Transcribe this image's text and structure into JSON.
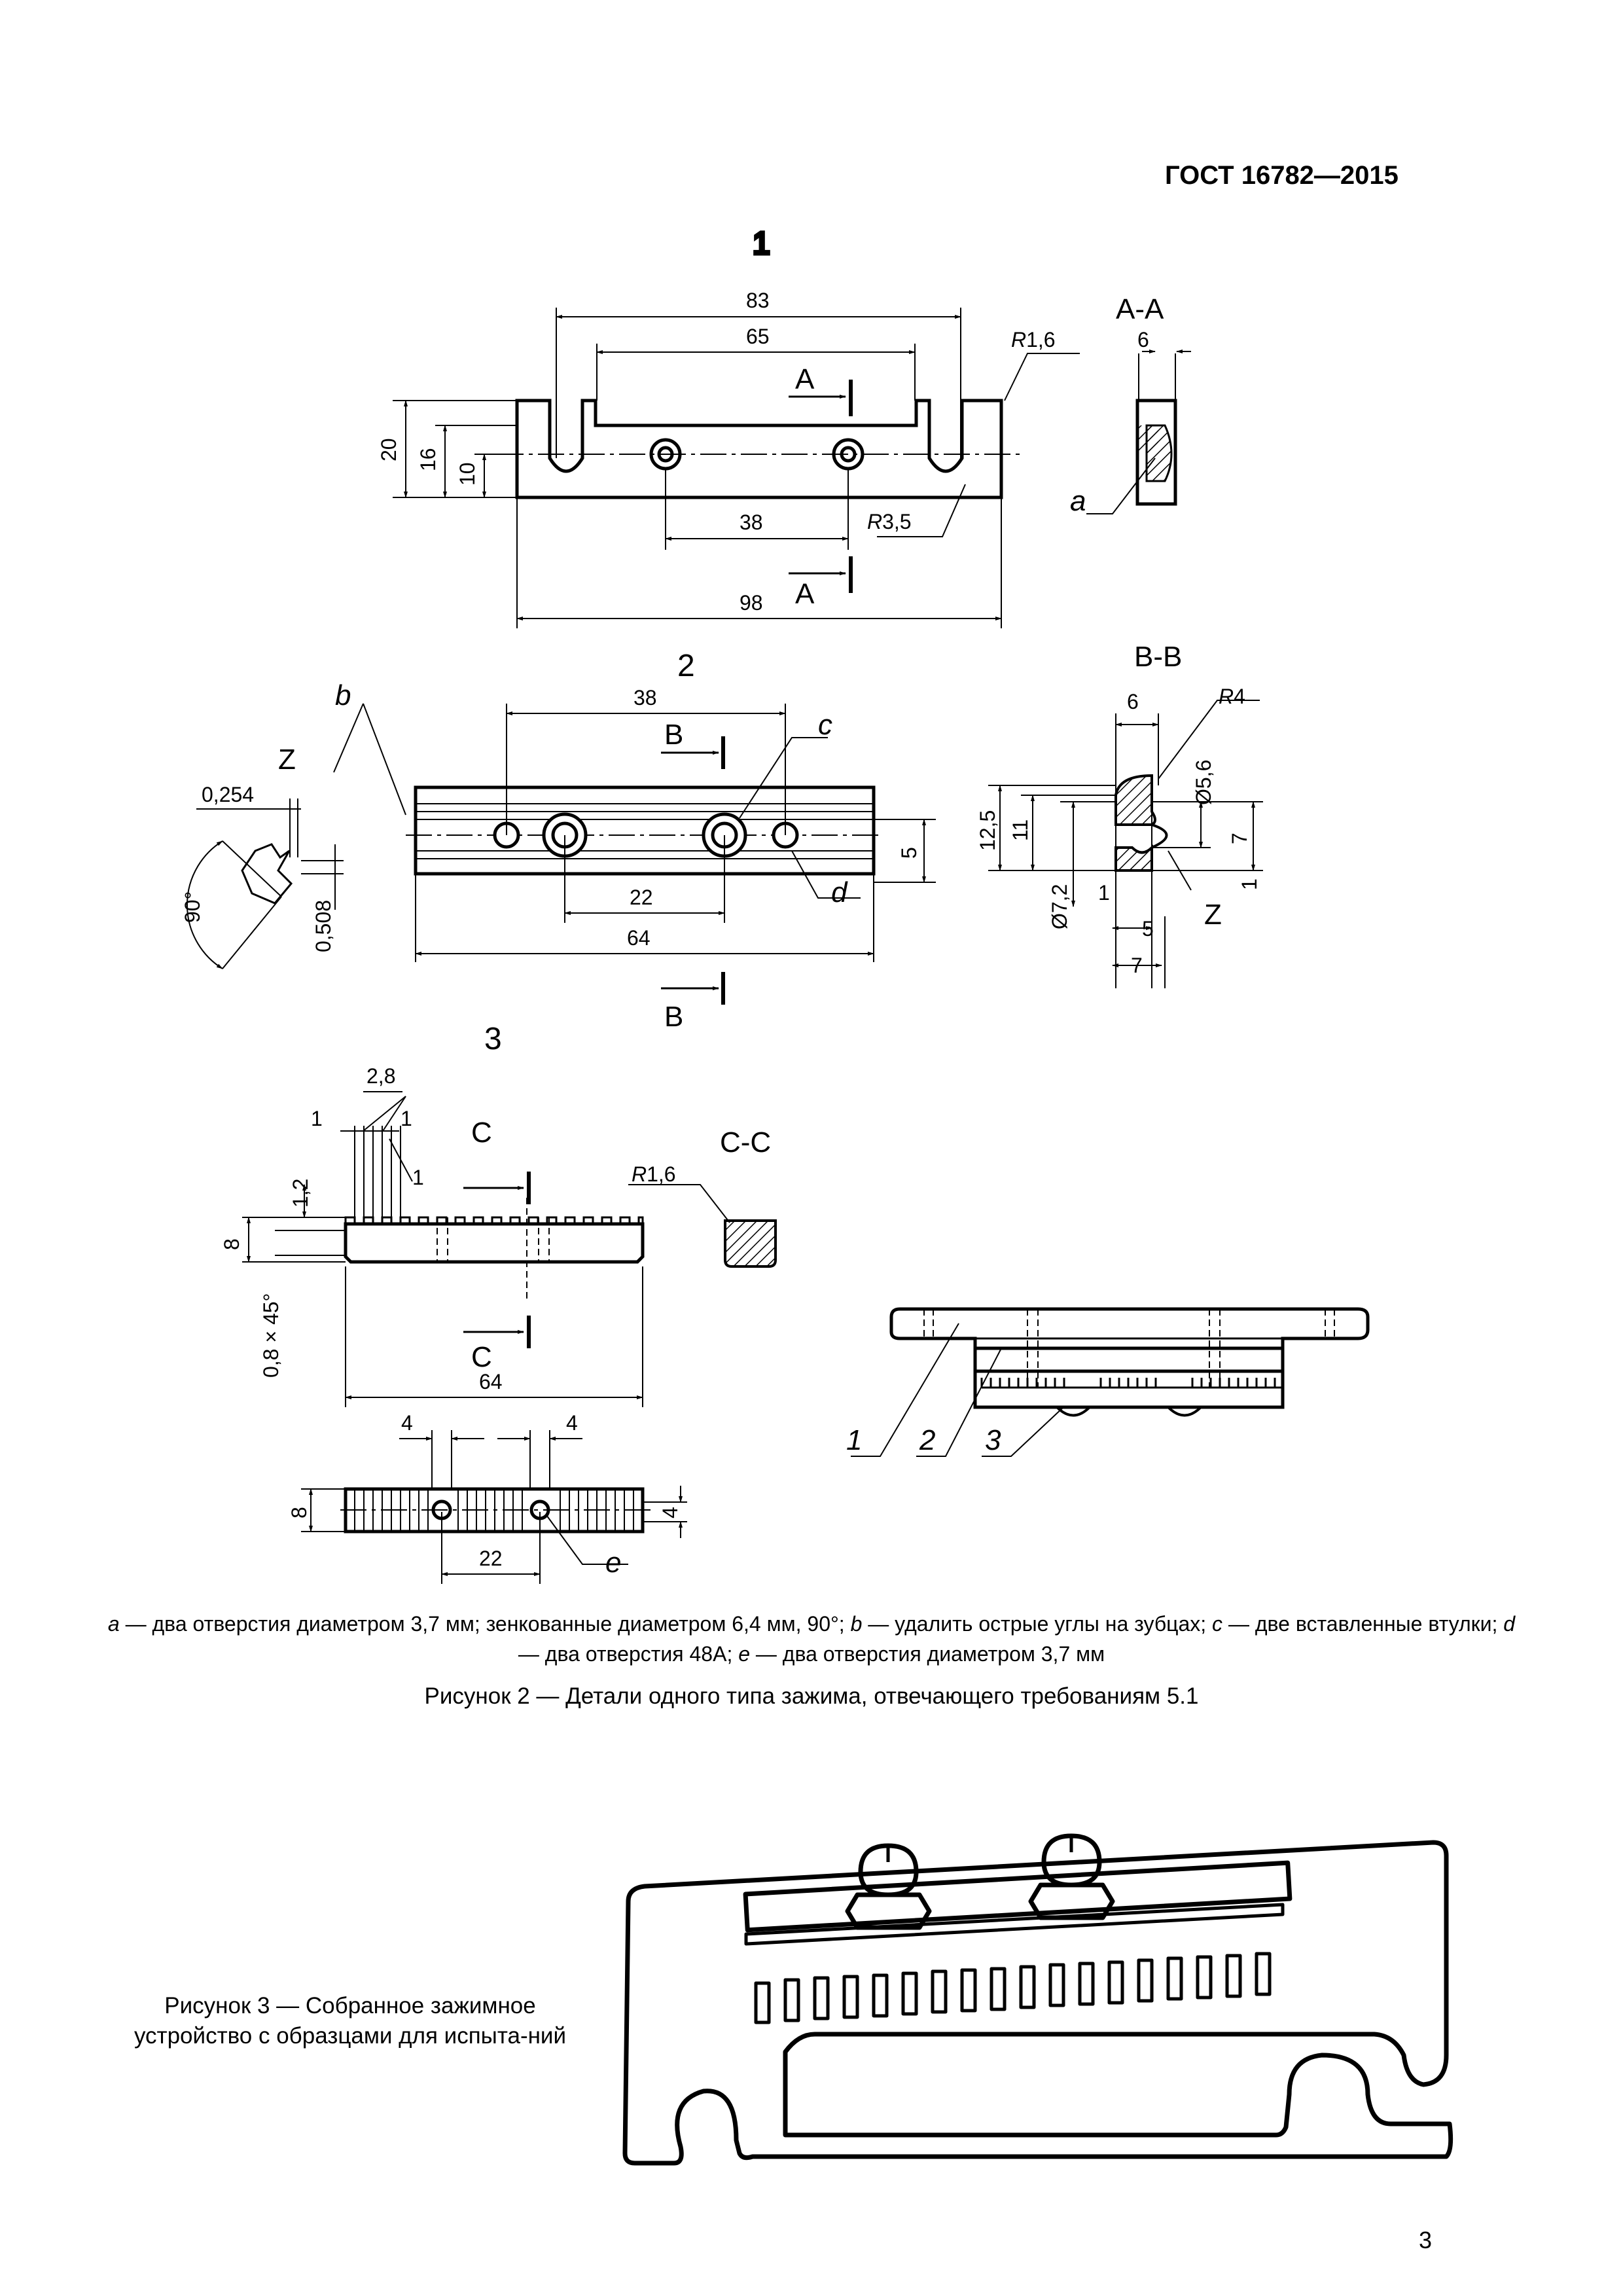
{
  "header": {
    "standard": "ГОСТ 16782—2015"
  },
  "part1": {
    "label": "1",
    "section": "A-A",
    "section_mark": "A",
    "dims": {
      "d83": "83",
      "d65": "65",
      "r16": "R1,6",
      "r16_r": "R",
      "r16_v": "1,6",
      "r35_r": "R",
      "r35_v": "3,5",
      "d20": "20",
      "d16": "16",
      "d10": "10",
      "d38": "38",
      "d98": "98",
      "d6": "6"
    },
    "note_a": "a"
  },
  "part2": {
    "label": "2",
    "section": "B-B",
    "section_mark": "B",
    "dims": {
      "d38": "38",
      "d22": "22",
      "d64": "64",
      "d5": "5",
      "z": "Z",
      "d0254": "0,254",
      "d90": "90°",
      "d0508": "0,508",
      "d6": "6",
      "r4_r": "R",
      "r4_v": "4",
      "dia56": "Ø5,6",
      "d125": "12,5",
      "d11": "11",
      "d7": "7",
      "dia72": "Ø7,2",
      "d1": "1",
      "d5b": "5",
      "d7b": "7",
      "d1b": "1"
    },
    "notes": {
      "b": "b",
      "c": "c",
      "d": "d"
    }
  },
  "part3": {
    "label": "3",
    "section": "C-C",
    "section_mark": "C",
    "dims": {
      "d28": "2,8",
      "d1a": "1",
      "d1b": "1",
      "d1c": "1",
      "d12": "1,2",
      "d8": "8",
      "ch": "0,8 × 45°",
      "d64": "64",
      "r16_r": "R",
      "r16_v": "1,6",
      "d4a": "4",
      "d4b": "4",
      "d8b": "8",
      "d4c": "4",
      "d22": "22"
    },
    "note_e": "e"
  },
  "assembly": {
    "labels": [
      "1",
      "2",
      "3"
    ]
  },
  "legend": [
    {
      "key": "a",
      "text": " — два отверстия диаметром 3,7 мм; зенкованные диаметром 6,4 мм, 90°; "
    },
    {
      "key": "b",
      "text": " — удалить острые углы на зубцах; "
    },
    {
      "key": "c",
      "text": " — две вставленные втулки; "
    },
    {
      "key": "d",
      "text": " — два отверстия 48А; "
    },
    {
      "key": "e",
      "text": " — два отверстия диаметром 3,7 мм"
    }
  ],
  "caption2": "Рисунок  2 — Детали одного типа зажима, отвечающего требованиям 5.1",
  "caption3": "Рисунок  3 — Собранное зажимное устройство с образцами для испыта-ний",
  "page_number": "3"
}
